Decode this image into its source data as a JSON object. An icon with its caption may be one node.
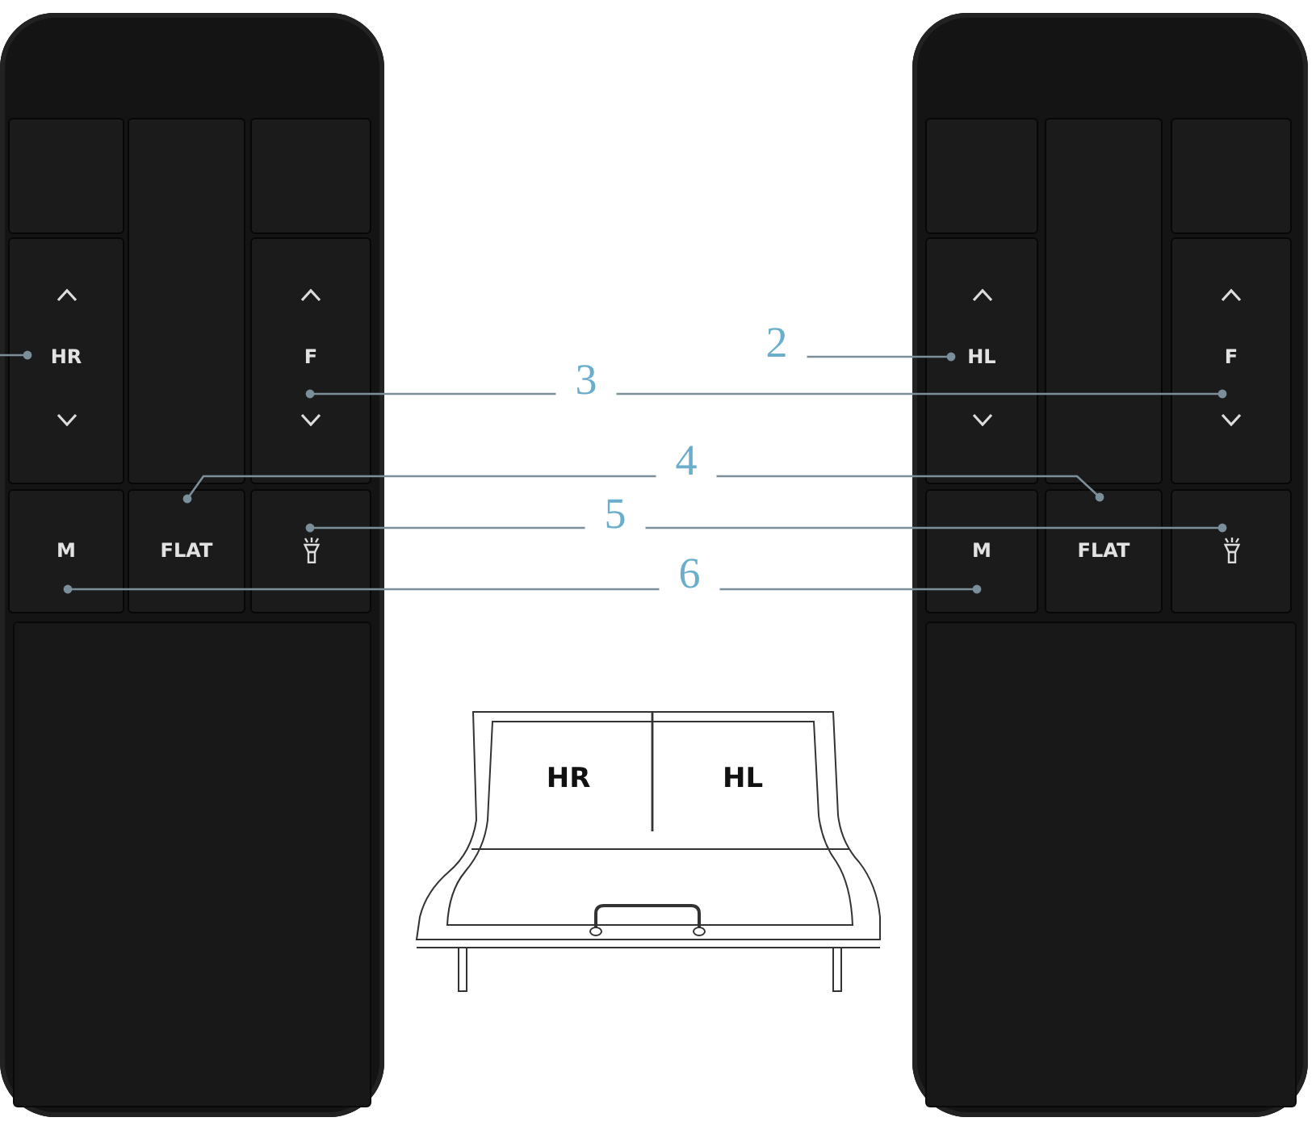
{
  "diagram": {
    "nodes": [
      {
        "text": [],
        "shape": "box"
      },
      {
        "text": [],
        "shape": "box",
        "in": 0
      },
      {
        "text": [],
        "shape": "box",
        "in": 0
      },
      {
        "text": [],
        "shape": "box",
        "in": 0
      },
      {
        "text": [
          "HR"
        ],
        "in": 0
      },
      {
        "text": [
          "F"
        ],
        "in": 0
      },
      {
        "text": [
          "M"
        ],
        "in": 0
      },
      {
        "text": [
          "FLAT"
        ],
        "in": 0
      },
      {
        "text": [],
        "shape": "box",
        "in": 0
      },
      {
        "text": [],
        "shape": "box"
      },
      {
        "text": [],
        "shape": "box",
        "in": 9
      },
      {
        "text": [],
        "shape": "box",
        "in": 9
      },
      {
        "text": [],
        "shape": "box",
        "in": 9
      },
      {
        "text": [
          "HL"
        ],
        "in": 9
      },
      {
        "text": [
          "F"
        ],
        "in": 9
      },
      {
        "text": [
          "M"
        ],
        "in": 9
      },
      {
        "text": [
          "FLAT"
        ],
        "in": 9
      },
      {
        "text": [],
        "shape": "box",
        "in": 9
      },
      {
        "text": [
          "2"
        ]
      },
      {
        "text": [
          "3"
        ]
      },
      {
        "text": [
          "4"
        ]
      },
      {
        "text": [
          "5"
        ]
      },
      {
        "text": [
          "6"
        ]
      }
    ],
    "edges": [
      {
        "from": null,
        "to": 4,
        "arrow": "other"
      },
      {
        "from": 18,
        "to": 13,
        "arrow": "other"
      },
      {
        "from": 19,
        "to": 5,
        "arrow": "other"
      },
      {
        "from": 19,
        "to": 14,
        "arrow": "other"
      },
      {
        "from": 20,
        "to": 7,
        "arrow": "other"
      },
      {
        "from": 20,
        "to": 16,
        "arrow": "other"
      },
      {
        "from": 21,
        "to": 8,
        "arrow": "other"
      },
      {
        "from": 21,
        "to": 17,
        "arrow": "other"
      },
      {
        "from": 22,
        "to": 6,
        "arrow": "other"
      },
      {
        "from": 22,
        "to": 15,
        "arrow": "other"
      }
    ],
    "labels": [
      "HR",
      "HL"
    ]
  }
}
